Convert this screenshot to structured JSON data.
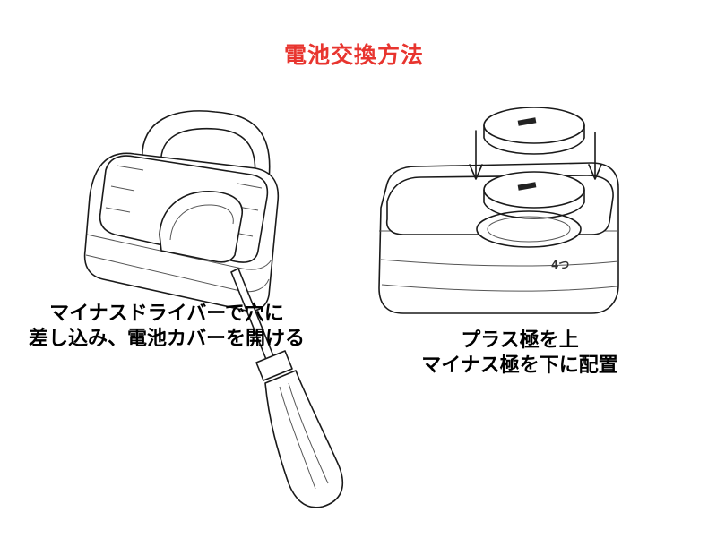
{
  "title": "電池交換方法",
  "colors": {
    "title": "#e8352f",
    "line": "#1a1a1a"
  },
  "left_panel": {
    "caption_line1": "マイナスドライバーで穴に",
    "caption_line2": "差し込み、電池カバーを開ける"
  },
  "right_panel": {
    "count_label": "4つ",
    "caption_line1": "プラス極を上",
    "caption_line2": "マイナス極を下に配置"
  }
}
